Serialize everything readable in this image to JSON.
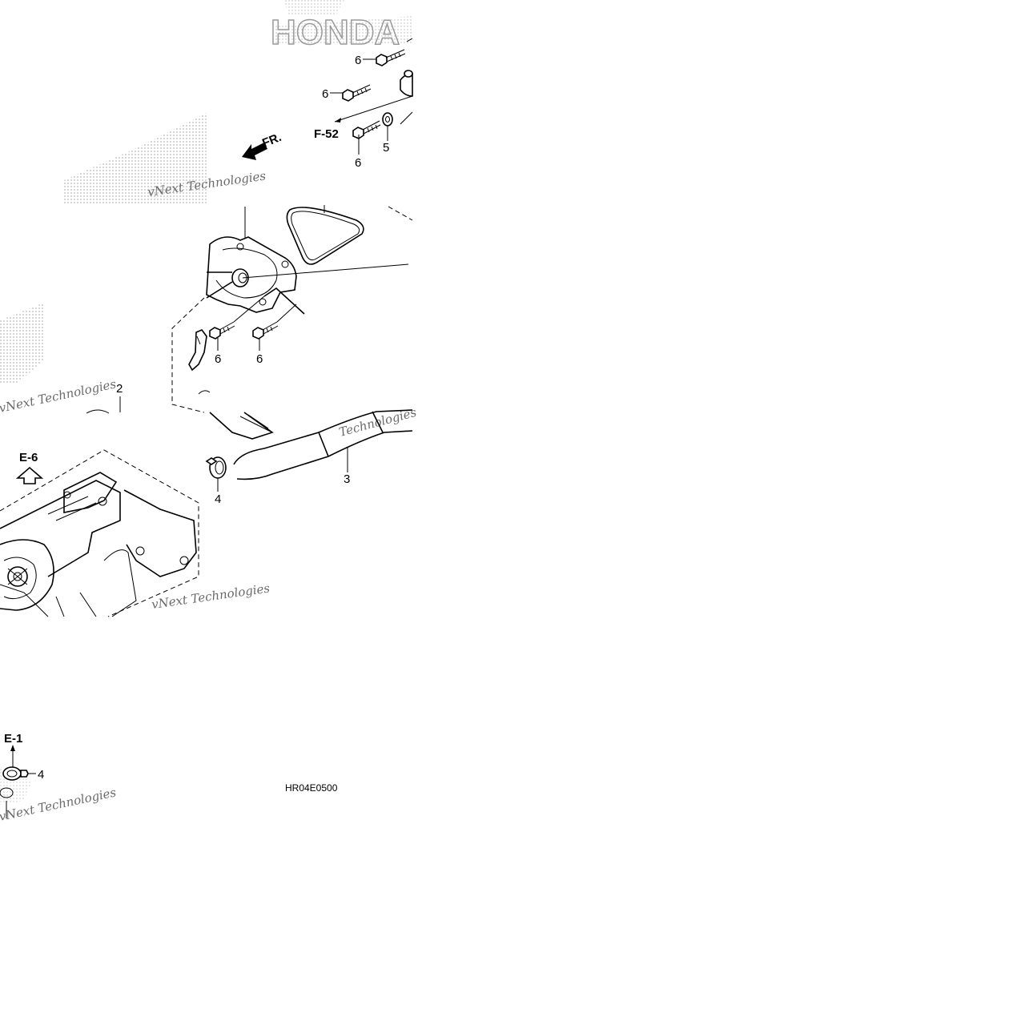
{
  "callouts": {
    "c6a": "6",
    "c6b": "6",
    "c6c": "6",
    "c5": "5",
    "c6d": "6",
    "c6e": "6",
    "c2": "2",
    "c3": "3",
    "c4a": "4",
    "c4b": "4"
  },
  "references": {
    "f52": "F-52",
    "e6": "E-6",
    "e1": "E-1",
    "front": "FR."
  },
  "diagram_code": "HR04E0500",
  "watermarks": {
    "brand": "HONDA",
    "w1": "vNext Technologies",
    "w2": "vNext Technologies",
    "w3": "vNext Technologies",
    "w4": "vNext Technologies",
    "w5": "Technologies"
  },
  "colors": {
    "line": "#000000",
    "watermark": "#8a8a8a",
    "background": "#ffffff"
  }
}
